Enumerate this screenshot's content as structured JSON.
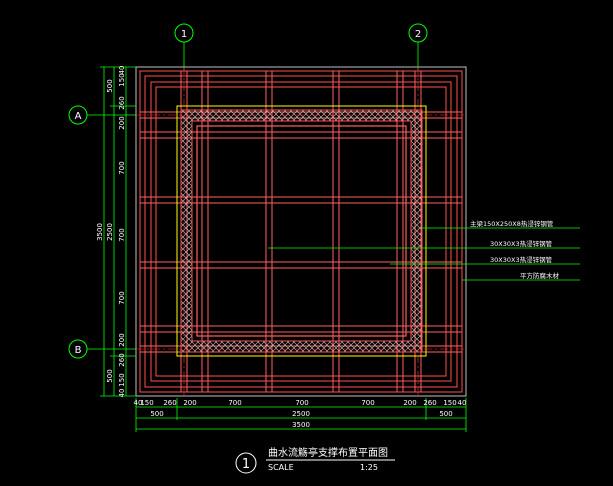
{
  "drawing": {
    "title": "曲水流觞亭支撑布置平面图",
    "scale_label": "SCALE",
    "scale_value": "1:25",
    "detail_number": "1"
  },
  "axes": {
    "col_1": "1",
    "col_2": "2",
    "row_a": "A",
    "row_b": "B"
  },
  "annotations": [
    "主梁150X250X8热浸锌钢管",
    "30X30X3热浸锌钢管",
    "30X30X3热浸锌钢管",
    "平方防腐木材"
  ],
  "dims_bottom_row1": [
    "40",
    "150",
    "260",
    "200",
    "700",
    "700",
    "700",
    "200",
    "260",
    "150",
    "40"
  ],
  "dims_bottom_row2": [
    "500",
    "2500",
    "500"
  ],
  "dims_bottom_row3": [
    "3500"
  ],
  "dims_left_outer": [
    "3500"
  ],
  "dims_left_mid": [
    "500",
    "2500",
    "500"
  ],
  "dims_left_inner": [
    "40",
    "150",
    "260",
    "200",
    "700",
    "700",
    "700",
    "200",
    "260",
    "150",
    "40"
  ],
  "colors": {
    "background": "#000000",
    "frame": "#ff5050",
    "beam": "#ff6060",
    "axis_line": "#ff3030",
    "axis_bubble": "#00ff00",
    "dim_line": "#00ff00",
    "text": "#ffffff",
    "inner_border": "#ffff00",
    "hatch": "#d0d0d0",
    "leader": "#00ff00"
  }
}
